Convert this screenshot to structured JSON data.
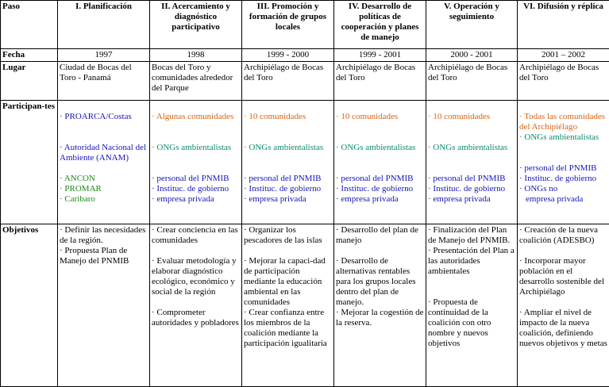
{
  "header": {
    "paso": "Paso",
    "steps": [
      "I. Planificación",
      "II. Acercamiento y diagnóstico participativo",
      "III. Promoción y formación de grupos locales",
      "IV. Desarrollo de políticas de cooperación y planes de manejo",
      "V. Operación y seguimiento",
      "VI. Difusión y réplica"
    ]
  },
  "fecha": {
    "label": "Fecha",
    "values": [
      "1997",
      "1998",
      "1999 - 2000",
      "1999 - 2001",
      "2000 - 2001",
      "2001 – 2002"
    ]
  },
  "lugar": {
    "label": "Lugar",
    "values": [
      "Ciudad de Bocas del Toro - Panamá",
      "Bocas del Toro y comunidades alrededor del Parque",
      "Archipiélago de Bocas del Toro",
      "Archipiélago de Bocas del Toro",
      "Archipiélago de Bocas del Toro",
      "Archipiélago de Bocas del Toro"
    ]
  },
  "participantes": {
    "label": "Participan-tes",
    "c1": {
      "proarca": "· PROARCA/Costas",
      "anam": "· Autoridad Nacional del Ambiente (ANAM)",
      "ancon": "· ANCON",
      "promar": "· PROMAR",
      "caribaro": "· Caribaro"
    },
    "c2": {
      "comunidades": "· Algunas comunidades",
      "ongs": "· ONGs ambientalistas",
      "pnmib": "· personal del PNMIB",
      "gobierno": "· Instituc. de gobierno",
      "privada": "· empresa privada"
    },
    "c3": {
      "comunidades": "· 10 comunidades",
      "ongs": "· ONGs ambientalistas",
      "pnmib": "· personal del PNMIB",
      "gobierno": "· Instituc. de gobierno",
      "privada": "· empresa privada"
    },
    "c4": {
      "comunidades": "· 10 comunidades",
      "ongs": "· ONGs ambientalistas",
      "pnmib": "· personal del PNMIB",
      "gobierno": "· Instituc. de gobierno",
      "privada": "· empresa privada"
    },
    "c5": {
      "comunidades": "· 10 comunidades",
      "ongs": "· ONGs ambientalistas",
      "pnmib": "· personal del PNMIB",
      "gobierno": "· Instituc. de gobierno",
      "privada": "· empresa privada"
    },
    "c6": {
      "comunidades": "· Todas las comunidades del Archipiélago",
      "ongs": "· ONGs ambientalistas",
      "pnmib": "· personal del PNMIB",
      "gobierno": "· Instituc. de gobierno",
      "ongs_no": "· ONGs no",
      "privada": "empresa privada"
    }
  },
  "objetivos": {
    "label": "Objetivos",
    "c1": [
      "· Definir las necesidades de la región.",
      "· Propuesta Plan de Manejo del PNMIB"
    ],
    "c2": [
      "· Crear conciencia en las comunidades",
      "· Evaluar metodología y elaborar diagnóstico ecológico, económico y social de la región",
      "· Comprometer autoridades y pobladores"
    ],
    "c3": [
      "· Organizar los pescadores de las islas",
      "· Mejorar la capaci-dad de participación mediante la educación ambiental en las comunidades",
      "· Crear confianza entre los miembros de la coalición mediante la participación igualitaria"
    ],
    "c4": [
      "· Desarrollo del plan de manejo",
      "· Desarrollo de alternativas rentables para los grupos locales dentro del plan de manejo.",
      "· Mejorar la cogestión de la reserva."
    ],
    "c5": [
      "· Finalización del Plan de Manejo del PNMIB.",
      "· Presentación del Plan a las autoridades ambientales",
      "· Propuesta de continuidad de la coalición con otro nombre y nuevos objetivos"
    ],
    "c6": [
      "· Creación de la nueva coalición (ADESBO)",
      "· Incorporar mayor población en el desarrollo sostenible del Archipiélago",
      "· Ampliar el nivel de impacto de la nueva coalición, definiendo nuevos objetivos y metas"
    ]
  }
}
